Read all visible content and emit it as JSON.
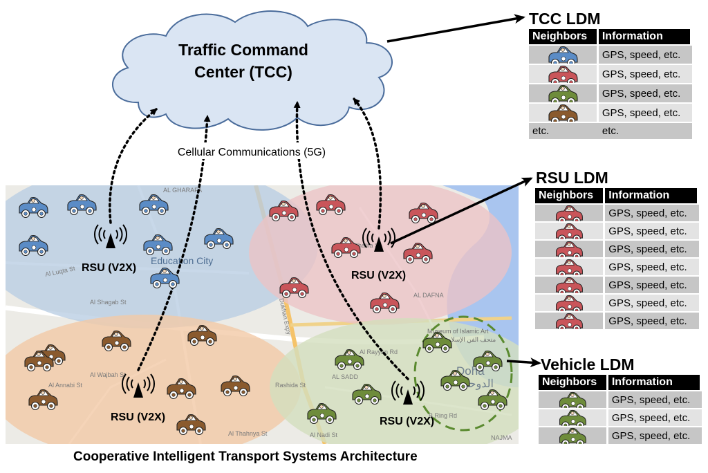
{
  "tcc": {
    "line1": "Traffic Command",
    "line2": "Center (TCC)"
  },
  "cellular_label": "Cellular Communications  (5G)",
  "rsu_label": "RSU (V2X)",
  "footer_title": "Cooperative Intelligent Transport Systems Architecture",
  "map_labels": {
    "education_city": "Education City",
    "doha": "Doha",
    "doha_arabic": "الدوحة",
    "museum": "Museum of Islamic Art",
    "museum_arabic": "متحف الفن الإسلامي",
    "al_dafna": "AL DAFNA",
    "al_gharafa": "AL GHARAFA",
    "al_sadd": "AL SADD",
    "al_luqta": "Al Luqta St",
    "al_shagab": "Al Shagab St",
    "al_wajbah": "Al Wajbah St",
    "al_annabi": "Al Annabi St",
    "al_thahnya": "Al Thahnya St",
    "al_rayyan": "Al Rayyan Rd",
    "khalifa": "Khalifa St",
    "dunes_expy": "Dukhan Expy",
    "al_nadi": "Al Nadi St",
    "rashida": "Rashida St",
    "najma": "NAJMA",
    "bin_omran": "B Ring Rd"
  },
  "colors": {
    "tcc_fill": "#dae5f3",
    "tcc_stroke": "#4a6c9b",
    "zone_blue": "#b9cde3",
    "zone_red": "#ecc3c5",
    "zone_orange": "#f3c9a6",
    "zone_green": "#d3dfbe",
    "car_blue": "#5b8cc6",
    "car_red": "#c9555a",
    "car_brown": "#8a5a2e",
    "car_green": "#6e8c3b"
  },
  "tcc_ldm": {
    "title": "TCC LDM",
    "headers": [
      "Neighbors",
      "Information"
    ],
    "rows": [
      {
        "car": "blue-car-icon",
        "info": "GPS, speed, etc."
      },
      {
        "car": "red-car-icon",
        "info": "GPS, speed, etc."
      },
      {
        "car": "green-car-icon",
        "info": "GPS, speed, etc."
      },
      {
        "car": "brown-car-icon",
        "info": "GPS, speed, etc."
      },
      {
        "neighbor_text": "etc.",
        "info": "etc."
      }
    ]
  },
  "rsu_ldm": {
    "title": "RSU LDM",
    "headers": [
      "Neighbors",
      "Information"
    ],
    "rows": [
      {
        "car": "red-car-icon",
        "info": "GPS, speed, etc."
      },
      {
        "car": "red-car-icon",
        "info": "GPS, speed, etc."
      },
      {
        "car": "red-car-icon",
        "info": "GPS, speed, etc."
      },
      {
        "car": "red-car-icon",
        "info": "GPS, speed, etc."
      },
      {
        "car": "red-car-icon",
        "info": "GPS, speed, etc."
      },
      {
        "car": "red-car-icon",
        "info": "GPS, speed, etc."
      },
      {
        "car": "red-car-icon",
        "info": "GPS, speed, etc."
      }
    ]
  },
  "vehicle_ldm": {
    "title": "Vehicle LDM",
    "headers": [
      "Neighbors",
      "Information"
    ],
    "rows": [
      {
        "car": "green-car-icon",
        "info": "GPS, speed, etc."
      },
      {
        "car": "green-car-icon",
        "info": "GPS, speed, etc."
      },
      {
        "car": "green-car-icon",
        "info": "GPS, speed, etc."
      }
    ]
  }
}
